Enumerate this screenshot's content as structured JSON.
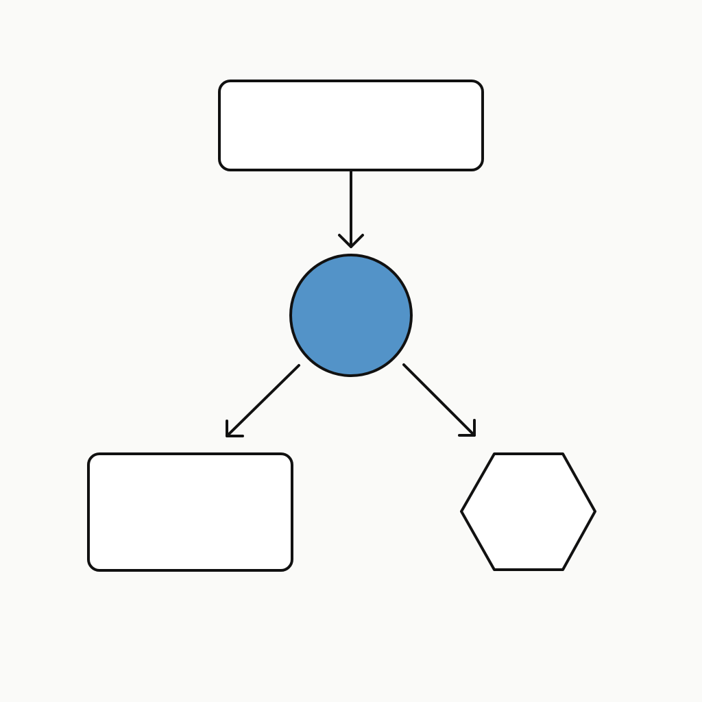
{
  "diagram": {
    "background_color": "#fafaf8",
    "stroke_color": "#111111",
    "node_fill_default": "#ffffff",
    "nodes": [
      {
        "id": "top",
        "shape": "rounded-rectangle",
        "fill": "#ffffff",
        "label": ""
      },
      {
        "id": "center",
        "shape": "circle",
        "fill": "#5393c8",
        "label": ""
      },
      {
        "id": "bottom-left",
        "shape": "rounded-rectangle",
        "fill": "#ffffff",
        "label": ""
      },
      {
        "id": "bottom-right",
        "shape": "hexagon",
        "fill": "#ffffff",
        "label": ""
      }
    ],
    "edges": [
      {
        "from": "top",
        "to": "center",
        "style": "arrow"
      },
      {
        "from": "center",
        "to": "bottom-left",
        "style": "arrow"
      },
      {
        "from": "center",
        "to": "bottom-right",
        "style": "arrow"
      }
    ]
  }
}
